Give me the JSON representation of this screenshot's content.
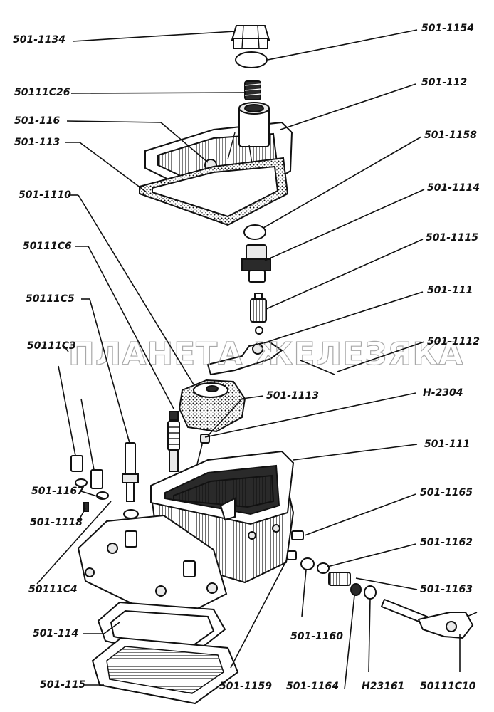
{
  "watermark": "ПЛАНЕТА ЖЕЛЕЗЯКА",
  "labels": {
    "l501_1134": "501-1134",
    "l501_1154": "501-1154",
    "l50111C26": "50111C26",
    "l501_112": "501-112",
    "l501_116": "501-116",
    "l501_113": "501-113",
    "l501_1158": "501-1158",
    "l501_1110": "501-1110",
    "l501_1114": "501-1114",
    "l50111C6": "50111C6",
    "l501_1115": "501-1115",
    "l50111C5": "50111C5",
    "l501_111a": "501-111",
    "l50111C3": "50111C3",
    "l501_1112": "501-1112",
    "l501_1113": "501-1113",
    "lH_2304": "H-2304",
    "l501_111b": "501-111",
    "l501_1167": "501-1167",
    "l501_1165": "501-1165",
    "l501_1118": "501-1118",
    "l501_1162": "501-1162",
    "l50111C4": "50111C4",
    "l501_1163": "501-1163",
    "l501_114": "501-114",
    "l501_1160": "501-1160",
    "l501_115": "501-115",
    "l501_1159": "501-1159",
    "l501_1164": "501-1164",
    "lH23161": "H23161",
    "l50111C10": "50111C10"
  }
}
